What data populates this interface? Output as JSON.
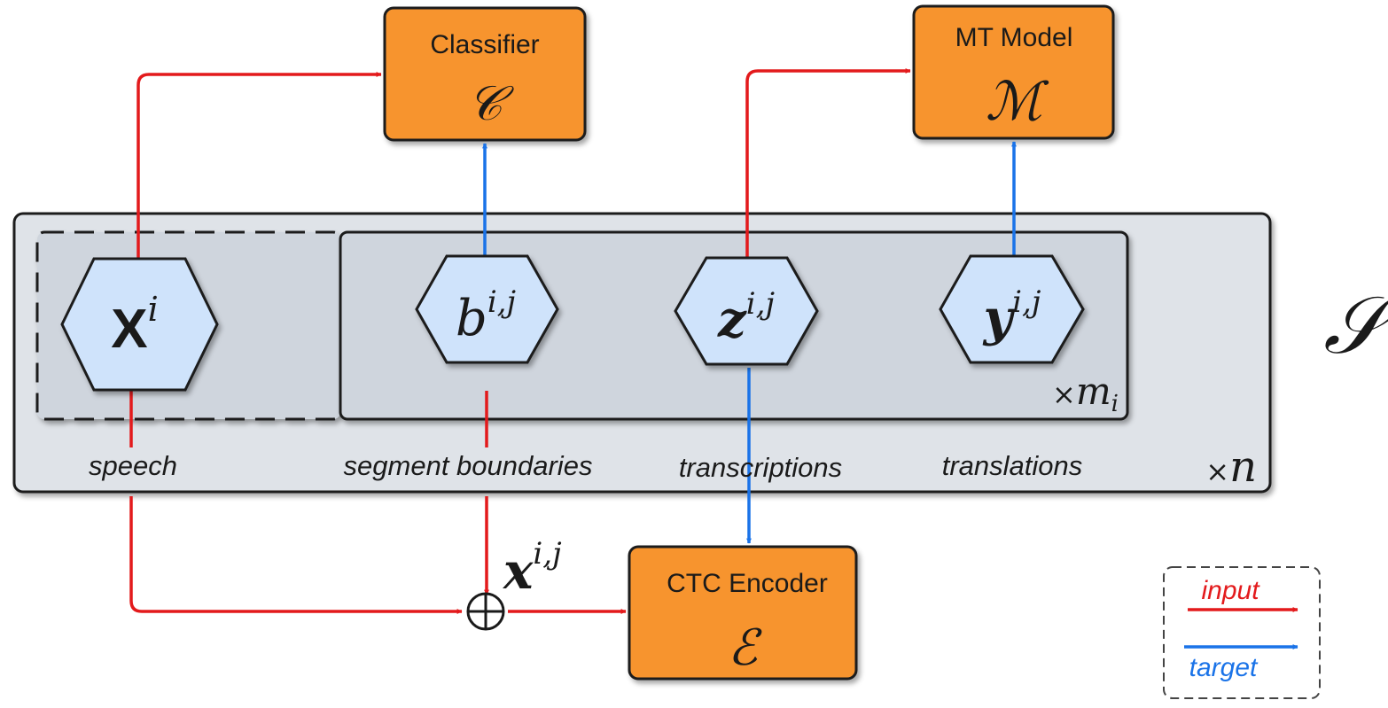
{
  "colors": {
    "input_arrow": "#e31a1c",
    "target_arrow": "#1a73e8",
    "module_fill": "#f7942f",
    "node_fill": "#cfe3fb",
    "panel_fill": "#cfd5dd",
    "outer_fill": "#dfe3e8",
    "stroke": "#1a1a1a"
  },
  "modules": {
    "classifier": {
      "name": "Classifier",
      "symbol": "𝒞"
    },
    "mt_model": {
      "name": "MT Model",
      "symbol": "ℳ"
    },
    "ctc_encoder": {
      "name": "CTC Encoder",
      "symbol": "ℰ"
    }
  },
  "nodes": {
    "speech": {
      "base": "X",
      "sup": "i"
    },
    "boundaries": {
      "base": "b",
      "sup": "i,j"
    },
    "transcriptions": {
      "base": "z",
      "sup": "i,j"
    },
    "translations": {
      "base": "y",
      "sup": "i,j"
    }
  },
  "labels": {
    "speech": "speech",
    "segment_boundaries": "segment boundaries",
    "transcriptions": "transcriptions",
    "translations": "translations",
    "times_m": "×",
    "m_var": "m",
    "m_sub": "i",
    "times_n": "×",
    "n_var": "n",
    "dataset_symbol": "𝒮",
    "segment_base": "x",
    "segment_sup": "i,j",
    "combine": "⊕"
  },
  "legend": {
    "input": "input",
    "target": "target"
  }
}
